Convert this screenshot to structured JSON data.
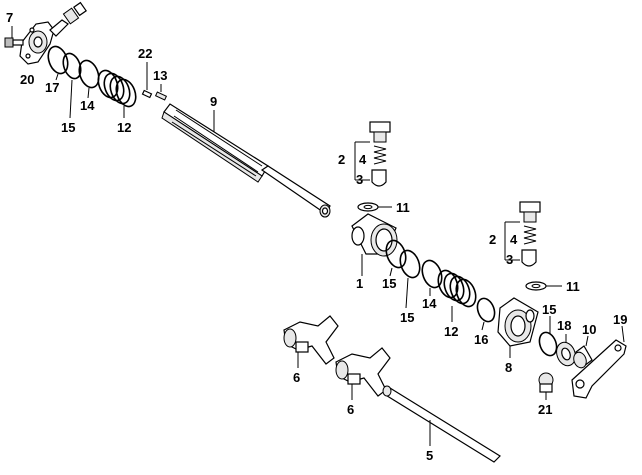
{
  "labels": [
    {
      "id": "l7",
      "text": "7"
    },
    {
      "id": "l20",
      "text": "20"
    },
    {
      "id": "l17",
      "text": "17"
    },
    {
      "id": "l15a",
      "text": "15"
    },
    {
      "id": "l14a",
      "text": "14"
    },
    {
      "id": "l12a",
      "text": "12"
    },
    {
      "id": "l22",
      "text": "22"
    },
    {
      "id": "l13",
      "text": "13"
    },
    {
      "id": "l9",
      "text": "9"
    },
    {
      "id": "l2a",
      "text": "2"
    },
    {
      "id": "l4a",
      "text": "4"
    },
    {
      "id": "l3a",
      "text": "3"
    },
    {
      "id": "l11a",
      "text": "11"
    },
    {
      "id": "l1",
      "text": "1"
    },
    {
      "id": "l15b",
      "text": "15"
    },
    {
      "id": "l15c",
      "text": "15"
    },
    {
      "id": "l14b",
      "text": "14"
    },
    {
      "id": "l12b",
      "text": "12"
    },
    {
      "id": "l16",
      "text": "16"
    },
    {
      "id": "l8",
      "text": "8"
    },
    {
      "id": "l2b",
      "text": "2"
    },
    {
      "id": "l4b",
      "text": "4"
    },
    {
      "id": "l3b",
      "text": "3"
    },
    {
      "id": "l11b",
      "text": "11"
    },
    {
      "id": "l15d",
      "text": "15"
    },
    {
      "id": "l18",
      "text": "18"
    },
    {
      "id": "l10",
      "text": "10"
    },
    {
      "id": "l19",
      "text": "19"
    },
    {
      "id": "l21",
      "text": "21"
    },
    {
      "id": "l6a",
      "text": "6"
    },
    {
      "id": "l6b",
      "text": "6"
    },
    {
      "id": "l5",
      "text": "5"
    }
  ]
}
